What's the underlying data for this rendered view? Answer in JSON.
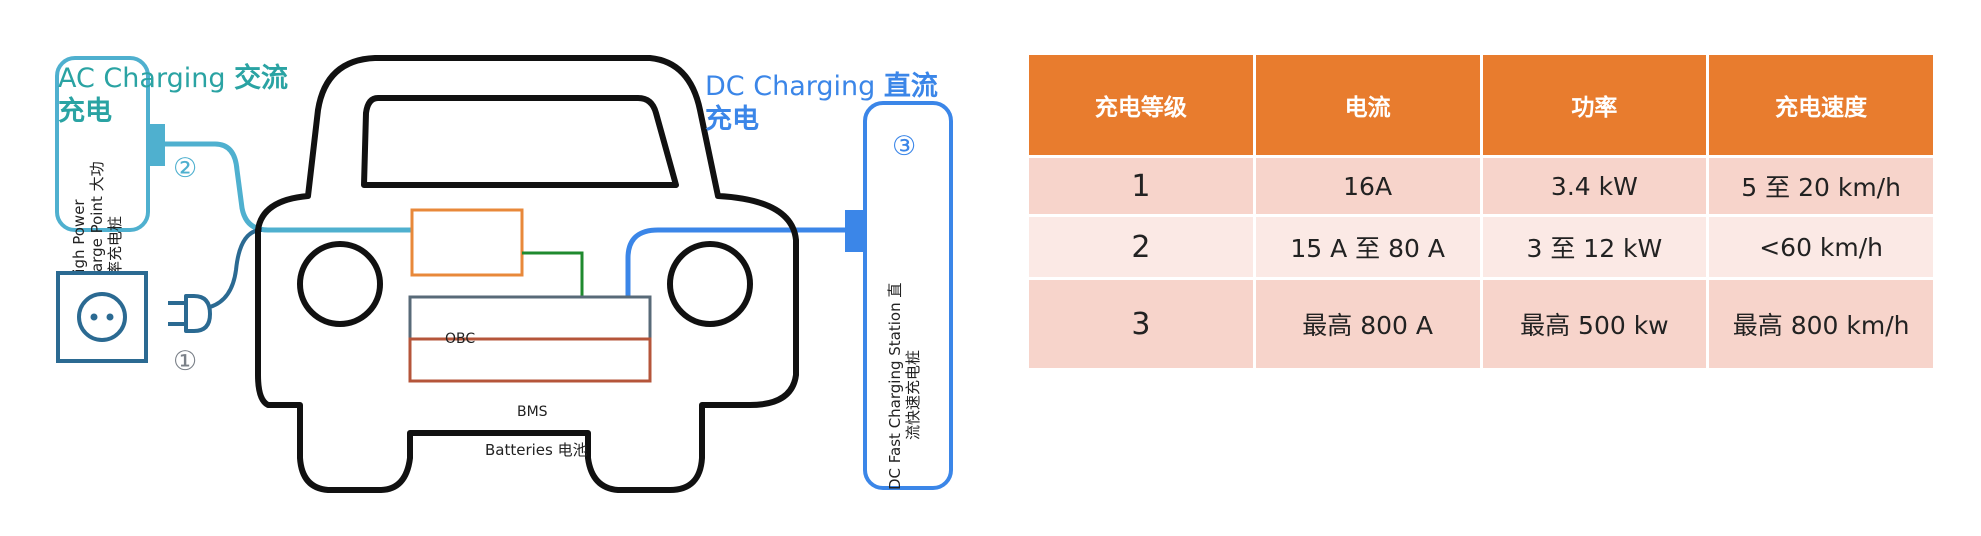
{
  "diagram": {
    "ac_label": {
      "en": "AC Charging",
      "zh": "交流充电"
    },
    "dc_label": {
      "en": "DC Charging",
      "zh": "直流充电"
    },
    "ac_station_label": {
      "line1": "High Power",
      "line2": "Charge Point 大功",
      "line3": "率充电桩"
    },
    "dc_station_label": {
      "line1": "DC Fast Charging Station 直",
      "line2": "流快速充电桩"
    },
    "markers": {
      "one": "①",
      "two": "②",
      "three": "③"
    },
    "components": {
      "obc": "OBC",
      "bms": "BMS",
      "batteries": "Batteries 电池"
    },
    "icons": [
      "car-outline-icon",
      "wall-socket-icon",
      "plug-icon",
      "ac-charger-icon",
      "dc-charger-icon"
    ],
    "colors": {
      "ac": "#2aa3a3",
      "dc": "#3b86e8",
      "cable_ac": "#4fb0cf",
      "socket": "#2b6a92",
      "car_outline": "#111111",
      "obc_box": "#e8883a",
      "bms_box": "#586a78",
      "battery_box": "#b5553a",
      "link": "#1f8a2e"
    }
  },
  "table": {
    "headers": [
      "充电等级",
      "电流",
      "功率",
      "充电速度"
    ],
    "rows": [
      [
        "1",
        "16A",
        "3.4 kW",
        "5  至  20 km/h"
      ],
      [
        "2",
        "15 A  至  80 A",
        "3  至  12 kW",
        "<60 km/h"
      ],
      [
        "3",
        "最高  800 A",
        "最高  500 kw",
        "最高  800 km/h"
      ]
    ],
    "colors": {
      "header": "#e87c2e",
      "row_odd": "#f7d4cb",
      "row_even": "#fbe9e5"
    }
  }
}
